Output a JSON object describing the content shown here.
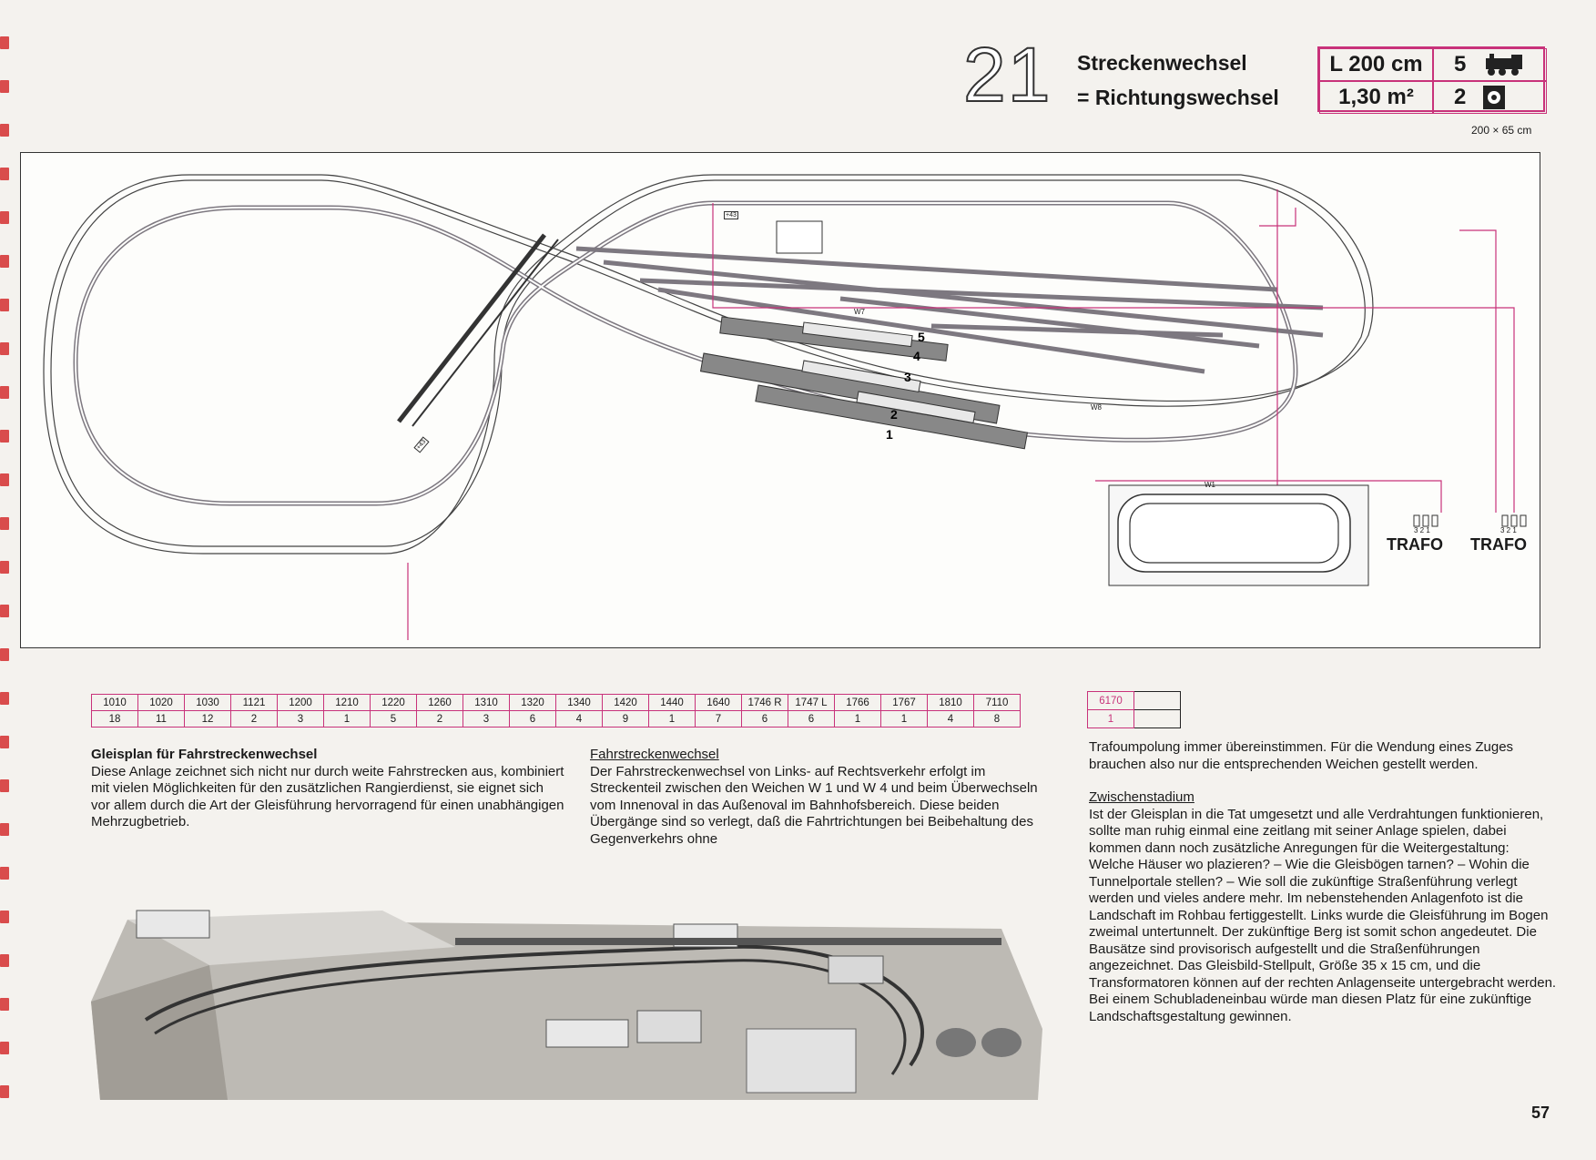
{
  "layout_number": "21",
  "title_line1": "Streckenwechsel",
  "title_line2": "= Richtungswechsel",
  "specs": {
    "length": "L 200 cm",
    "area": "1,30 m²",
    "locomotives": "5",
    "transformers": "2",
    "locomotive_icon": "locomotive-icon",
    "transformer_icon": "transformer-icon"
  },
  "dimensions": "200 × 65 cm",
  "plan": {
    "track_numbers": [
      "5",
      "4",
      "3",
      "2",
      "1"
    ],
    "switch_labels": [
      "W7",
      "W8",
      "W1"
    ],
    "trafo_label_1": "TRAFO",
    "trafo_label_2": "TRAFO",
    "wire_nums_1": "3 2 1",
    "wire_nums_2": "3 2 1",
    "marker_1": "+43",
    "marker_2": "+43",
    "accent_color": "#c8327a"
  },
  "parts_table": {
    "items": [
      "1010",
      "1020",
      "1030",
      "1121",
      "1200",
      "1210",
      "1220",
      "1260",
      "1310",
      "1320",
      "1340",
      "1420",
      "1440",
      "1640",
      "1746 R",
      "1747 L",
      "1766",
      "1767",
      "1810",
      "7110"
    ],
    "counts": [
      "18",
      "11",
      "12",
      "2",
      "3",
      "1",
      "5",
      "2",
      "3",
      "6",
      "4",
      "9",
      "1",
      "7",
      "6",
      "6",
      "1",
      "1",
      "4",
      "8"
    ]
  },
  "parts_table2": {
    "item": "6170",
    "count": "1"
  },
  "col1": {
    "heading": "Gleisplan für Fahrstreckenwechsel",
    "text": "Diese Anlage zeichnet sich nicht nur durch weite Fahrstrecken aus, kombiniert mit vielen Möglichkeiten für den zusätzlichen Rangierdienst, sie eignet sich vor allem durch die Art der Gleisführung hervorragend für einen unabhängigen Mehrzugbetrieb."
  },
  "col2": {
    "heading": "Fahrstreckenwechsel",
    "text": "Der Fahrstreckenwechsel von Links- auf Rechtsverkehr erfolgt im Streckenteil zwischen den Weichen W 1 und W 4 und beim Überwechseln vom Innenoval in das Außenoval im Bahnhofsbereich. Diese beiden Übergänge sind so verlegt, daß die Fahrtrichtungen bei Beibehaltung des Gegenverkehrs ohne"
  },
  "col3": {
    "text1": "Trafoumpolung immer übereinstimmen. Für die Wendung eines Zuges brauchen also nur die entsprechenden Weichen gestellt werden.",
    "heading": "Zwischenstadium",
    "text2": "Ist der Gleisplan in die Tat umgesetzt und alle Verdrahtungen funktionieren, sollte man ruhig einmal eine zeitlang mit seiner Anlage spielen, dabei kommen dann noch zusätzliche Anregungen für die Weitergestaltung: Welche Häuser wo plazieren? – Wie die Gleisbögen tarnen? – Wohin die Tunnelportale stellen? – Wie soll die zukünftige Straßenführung verlegt werden und vieles andere mehr. Im nebenstehenden Anlagenfoto ist die Landschaft im Rohbau fertiggestellt. Links wurde die Gleisführung im Bogen zweimal untertunnelt. Der zukünftige Berg ist somit schon angedeutet. Die Bausätze sind provisorisch aufgestellt und die Straßenführungen angezeichnet. Das Gleisbild-Stellpult, Größe 35 x 15 cm, und die Transformatoren können auf der rechten Anlagenseite untergebracht werden. Bei einem Schubladeneinbau würde man diesen Platz für eine zukünftige Landschaftsgestaltung gewinnen."
  },
  "page_number": "57"
}
